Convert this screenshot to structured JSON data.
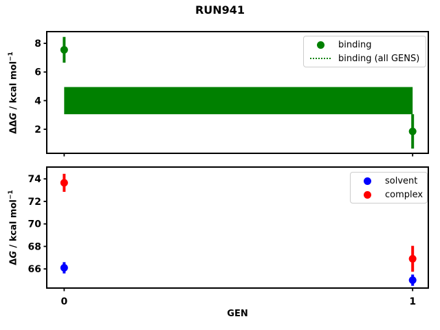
{
  "title": "RUN941",
  "colors": {
    "green": "#008000",
    "blue": "#0000ff",
    "red": "#ff0000",
    "axis": "#000000",
    "legend_border": "#cccccc"
  },
  "chart_data": [
    {
      "type": "scatter",
      "subtype": "errorbar",
      "title": "",
      "xlabel": "",
      "ylabel": "ΔΔG / kcal mol⁻¹",
      "ylabel_parts": {
        "prefix": "ΔΔ",
        "variable": "G",
        "unit": " / kcal mol",
        "exponent": "−1"
      },
      "xlim": [
        -0.05,
        1.045
      ],
      "ylim": [
        0.32,
        8.82
      ],
      "yticks": [
        2,
        4,
        6,
        8
      ],
      "xticks": [
        0,
        1
      ],
      "xticklabels": null,
      "grid": false,
      "series": [
        {
          "name": "binding",
          "color": "#008000",
          "marker": "circle",
          "x": [
            0,
            1
          ],
          "y": [
            7.55,
            1.85
          ],
          "yerr": [
            0.9,
            1.2
          ]
        }
      ],
      "band": {
        "name": "binding (all GENS)",
        "color": "#008000",
        "x": [
          0,
          1
        ],
        "y_center": 4.0,
        "y_lo": 3.05,
        "y_hi": 4.95,
        "line_style": "dotted"
      },
      "legend": {
        "position": "upper right",
        "entries": [
          {
            "label": "binding",
            "marker": "circle",
            "color": "#008000"
          },
          {
            "label": "binding (all GENS)",
            "marker": "dotted-line",
            "color": "#008000"
          }
        ]
      }
    },
    {
      "type": "scatter",
      "subtype": "errorbar",
      "title": "",
      "xlabel": "GEN",
      "ylabel": "ΔG / kcal mol⁻¹",
      "ylabel_parts": {
        "prefix": "Δ",
        "variable": "G",
        "unit": " / kcal mol",
        "exponent": "−1"
      },
      "xlim": [
        -0.05,
        1.045
      ],
      "ylim": [
        64.3,
        75.05
      ],
      "yticks": [
        66,
        68,
        70,
        72,
        74
      ],
      "xticks": [
        0,
        1
      ],
      "xticklabels": [
        "0",
        "1"
      ],
      "grid": false,
      "series": [
        {
          "name": "solvent",
          "color": "#0000ff",
          "marker": "circle",
          "x": [
            0,
            1
          ],
          "y": [
            66.1,
            65.0
          ],
          "yerr": [
            0.5,
            0.5
          ]
        },
        {
          "name": "complex",
          "color": "#ff0000",
          "marker": "circle",
          "x": [
            0,
            1
          ],
          "y": [
            73.65,
            66.9
          ],
          "yerr": [
            0.8,
            1.15
          ]
        }
      ],
      "legend": {
        "position": "upper right",
        "entries": [
          {
            "label": "solvent",
            "marker": "circle",
            "color": "#0000ff"
          },
          {
            "label": "complex",
            "marker": "circle",
            "color": "#ff0000"
          }
        ]
      }
    }
  ]
}
